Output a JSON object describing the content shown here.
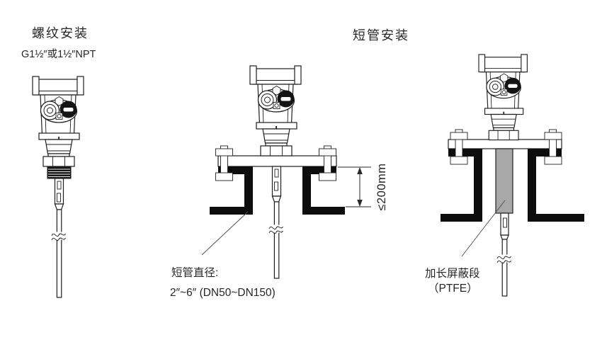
{
  "colors": {
    "line": "#1f1f1f",
    "dark_fill": "#0d0d0d",
    "ptfe_gray": "#a8a8a8",
    "text": "#262626"
  },
  "threaded_figure": {
    "title": "螺纹安装",
    "thread_spec": "G1½″或1½″NPT"
  },
  "nozzle_figure": {
    "title": "短管安装",
    "dimension_label": "≤200mm",
    "callout_line1": "短管直径:",
    "callout_line2": "2″~6″ (DN50~DN150)"
  },
  "shielded_figure": {
    "callout_line1": "加长屏蔽段",
    "callout_line2": "（PTFE）"
  }
}
